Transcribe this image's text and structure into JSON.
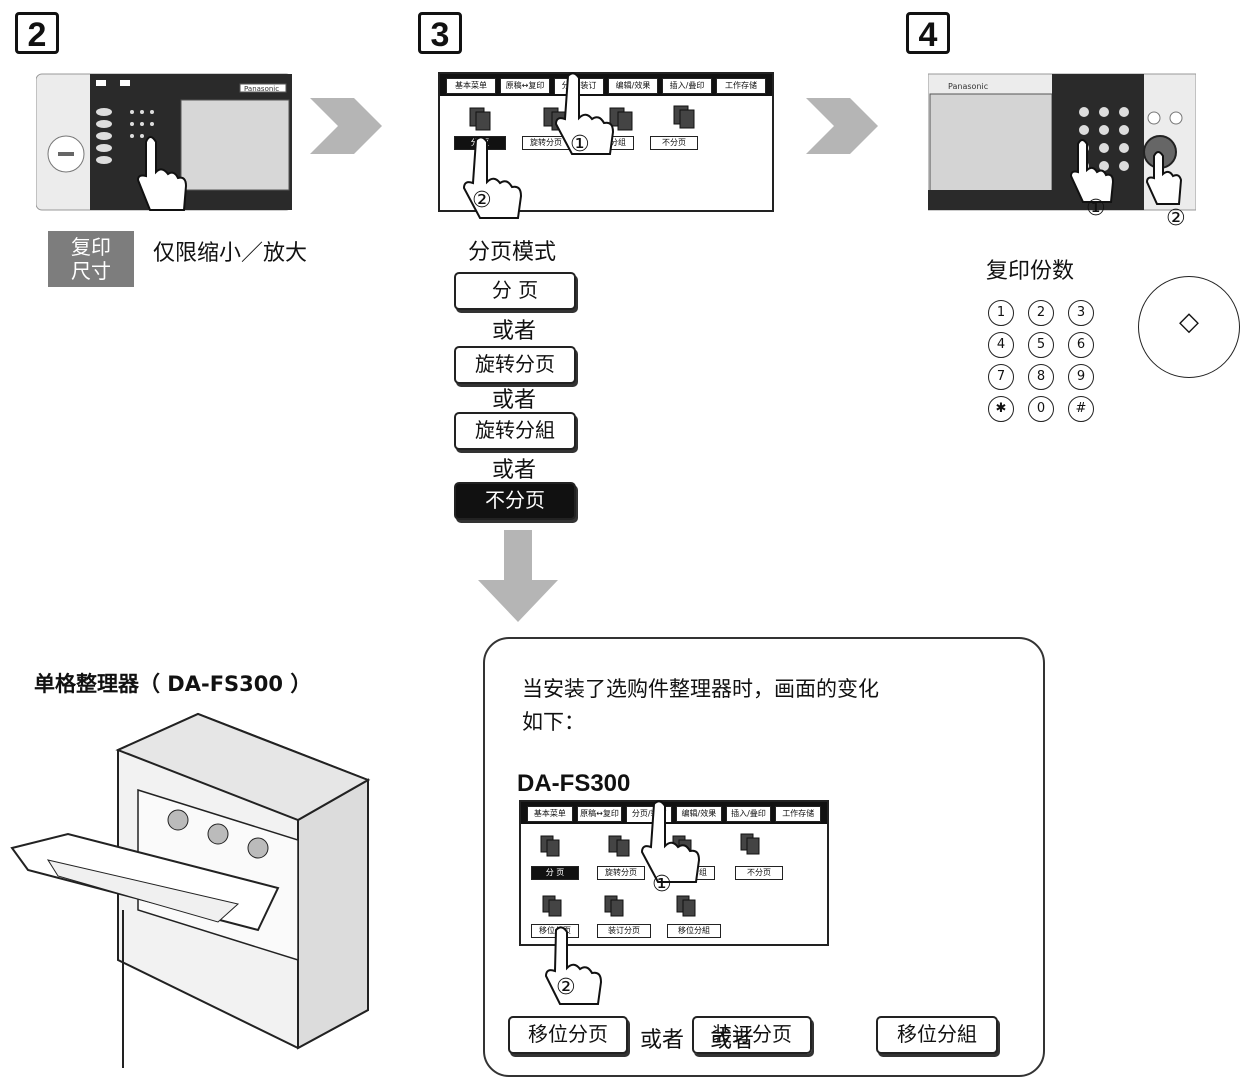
{
  "steps": {
    "s2": {
      "num": "2",
      "tag": "复印\n尺寸",
      "caption": "仅限缩小／放大",
      "brand": "Panasonic"
    },
    "s3": {
      "num": "3",
      "tabs": [
        "基本菜单",
        "原稿↔复印",
        "分页/装订",
        "编辑/效果",
        "插入/叠印",
        "工作存储"
      ],
      "screen_buttons": [
        "分 页",
        "旋转分页",
        "旋转分组",
        "不分页"
      ],
      "mode_title": "分页模式",
      "options": [
        "分 页",
        "旋转分页",
        "旋转分組",
        "不分页"
      ],
      "or": "或者",
      "marker1": "①",
      "marker2": "②"
    },
    "s4": {
      "num": "4",
      "brand": "Panasonic",
      "caption": "复印份数",
      "keys": [
        "1",
        "2",
        "3",
        "4",
        "5",
        "6",
        "7",
        "8",
        "9",
        "✱",
        "0",
        "#"
      ],
      "start_symbol": "◇",
      "marker1": "①",
      "marker2": "②"
    }
  },
  "finisher": {
    "title": "单格整理器（ DA-FS300 ）"
  },
  "callout": {
    "text_line1": "当安装了选购件整理器时，画面的变化",
    "text_line2": "如下：",
    "model": "DA-FS300",
    "tabs": [
      "基本菜单",
      "原稿↔复印",
      "分页/装订",
      "编辑/效果",
      "插入/叠印",
      "工作存储"
    ],
    "screen_row1": [
      "分 页",
      "旋转分页",
      "旋转分组",
      "不分页"
    ],
    "screen_row2": [
      "移位分页",
      "装订分页",
      "移位分組"
    ],
    "marker1": "①",
    "marker2": "②",
    "bottom_buttons": [
      "移位分页",
      "装订分页",
      "移位分組"
    ],
    "or1": "或者",
    "or2": "或者"
  }
}
